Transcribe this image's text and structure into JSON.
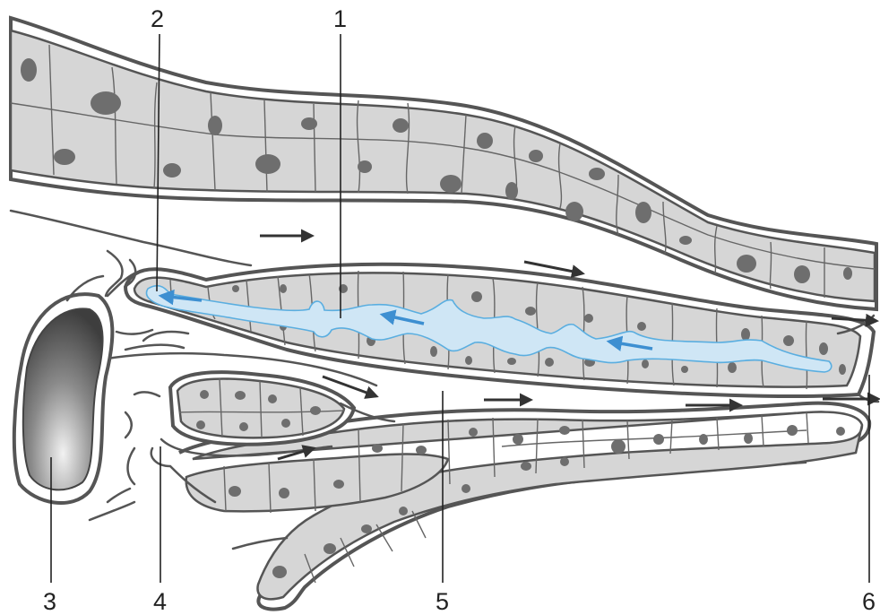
{
  "labels": {
    "l1": "1",
    "l2": "2",
    "l3": "3",
    "l4": "4",
    "l5": "5",
    "l6": "6"
  },
  "colors": {
    "tissue": "#d6d6d6",
    "outline": "#555555",
    "nucleus": "#6e6e6e",
    "canal_fill": "#cfe6f5",
    "canal_arrow": "#3d8fd1",
    "flow_arrow": "#333333"
  }
}
